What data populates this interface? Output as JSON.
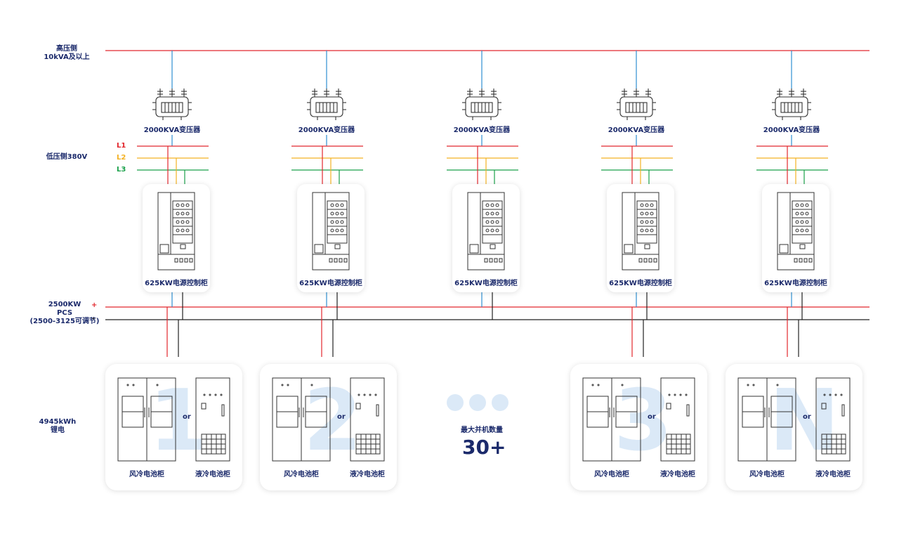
{
  "hv": {
    "line1": "高压侧",
    "line2": "10kVA及以上"
  },
  "lv": {
    "label": "低压侧380V",
    "phases": [
      "L1",
      "L2",
      "L3"
    ],
    "colors": [
      "#e2272d",
      "#f4b223",
      "#1aa14a"
    ]
  },
  "pcs": {
    "line1": "2500KW",
    "line2": "PCS",
    "line3": "(2500-3125可调节)",
    "plus": "+",
    "minus": "-"
  },
  "battery": {
    "line1": "4945kWh",
    "line2": "锂电"
  },
  "units": [
    {
      "transformer": "2000KVA变压器",
      "cabinet": "625KW电源控制柜"
    },
    {
      "transformer": "2000KVA变压器",
      "cabinet": "625KW电源控制柜"
    },
    {
      "transformer": "2000KVA变压器",
      "cabinet": "625KW电源控制柜"
    },
    {
      "transformer": "2000KVA变压器",
      "cabinet": "625KW电源控制柜"
    },
    {
      "transformer": "2000KVA变压器",
      "cabinet": "625KW电源控制柜"
    }
  ],
  "battery_groups": [
    {
      "number": "1",
      "air": "风冷电池柜",
      "or": "or",
      "liquid": "液冷电池柜"
    },
    {
      "number": "2",
      "air": "风冷电池柜",
      "or": "or",
      "liquid": "液冷电池柜"
    },
    {
      "number": "3",
      "air": "风冷电池柜",
      "or": "or",
      "liquid": "液冷电池柜"
    },
    {
      "number": "N",
      "air": "风冷电池柜",
      "or": "or",
      "liquid": "液冷电池柜"
    }
  ],
  "parallel": {
    "label": "最大并机数量",
    "count": "30+"
  },
  "colors": {
    "red": "#e2272d",
    "blue": "#2f8fd1",
    "black": "#222222",
    "navy": "#1b2a6b",
    "light": "#dbe9f7"
  },
  "icons": {
    "transformer": "transformer-icon",
    "cabinet": "control-cabinet-icon",
    "air": "air-cooled-battery-icon",
    "liquid": "liquid-cooled-battery-icon"
  }
}
